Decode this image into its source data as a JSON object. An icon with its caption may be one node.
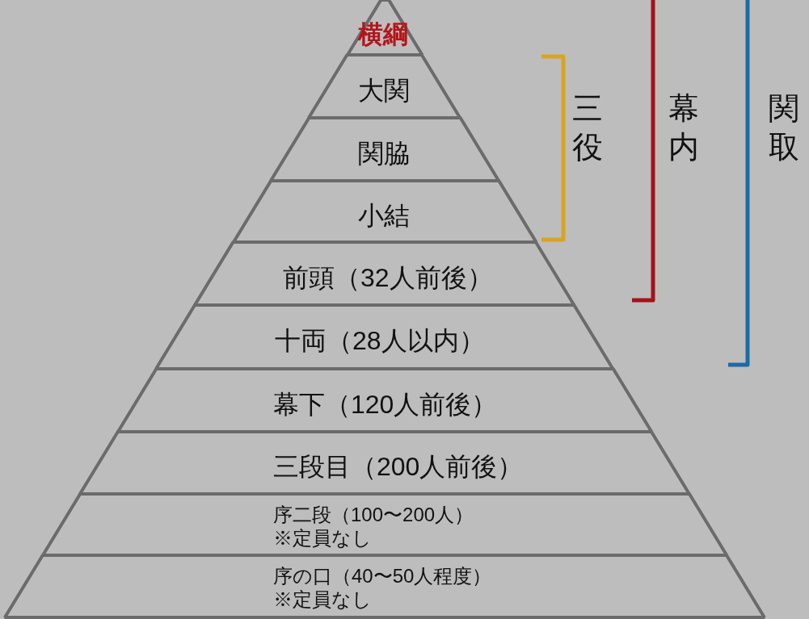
{
  "diagram": {
    "nodes": [
      {
        "text": [
          "横綱"
        ]
      },
      {
        "text": [
          "大関"
        ]
      },
      {
        "text": [
          "関脇"
        ]
      },
      {
        "text": [
          "小結"
        ]
      },
      {
        "text": [
          "前頭（32人前後）"
        ]
      },
      {
        "text": [
          "十両（28人以内）"
        ]
      },
      {
        "text": [
          "幕下（120人前後）"
        ]
      },
      {
        "text": [
          "三段目（200人前後）"
        ]
      },
      {
        "text": [
          "序二段（100〜200人）",
          "※定員なし"
        ]
      },
      {
        "text": [
          "序の口（40〜50人程度）",
          "※定員なし"
        ]
      }
    ],
    "labels": [
      "三役",
      "幕内",
      "関取"
    ]
  }
}
